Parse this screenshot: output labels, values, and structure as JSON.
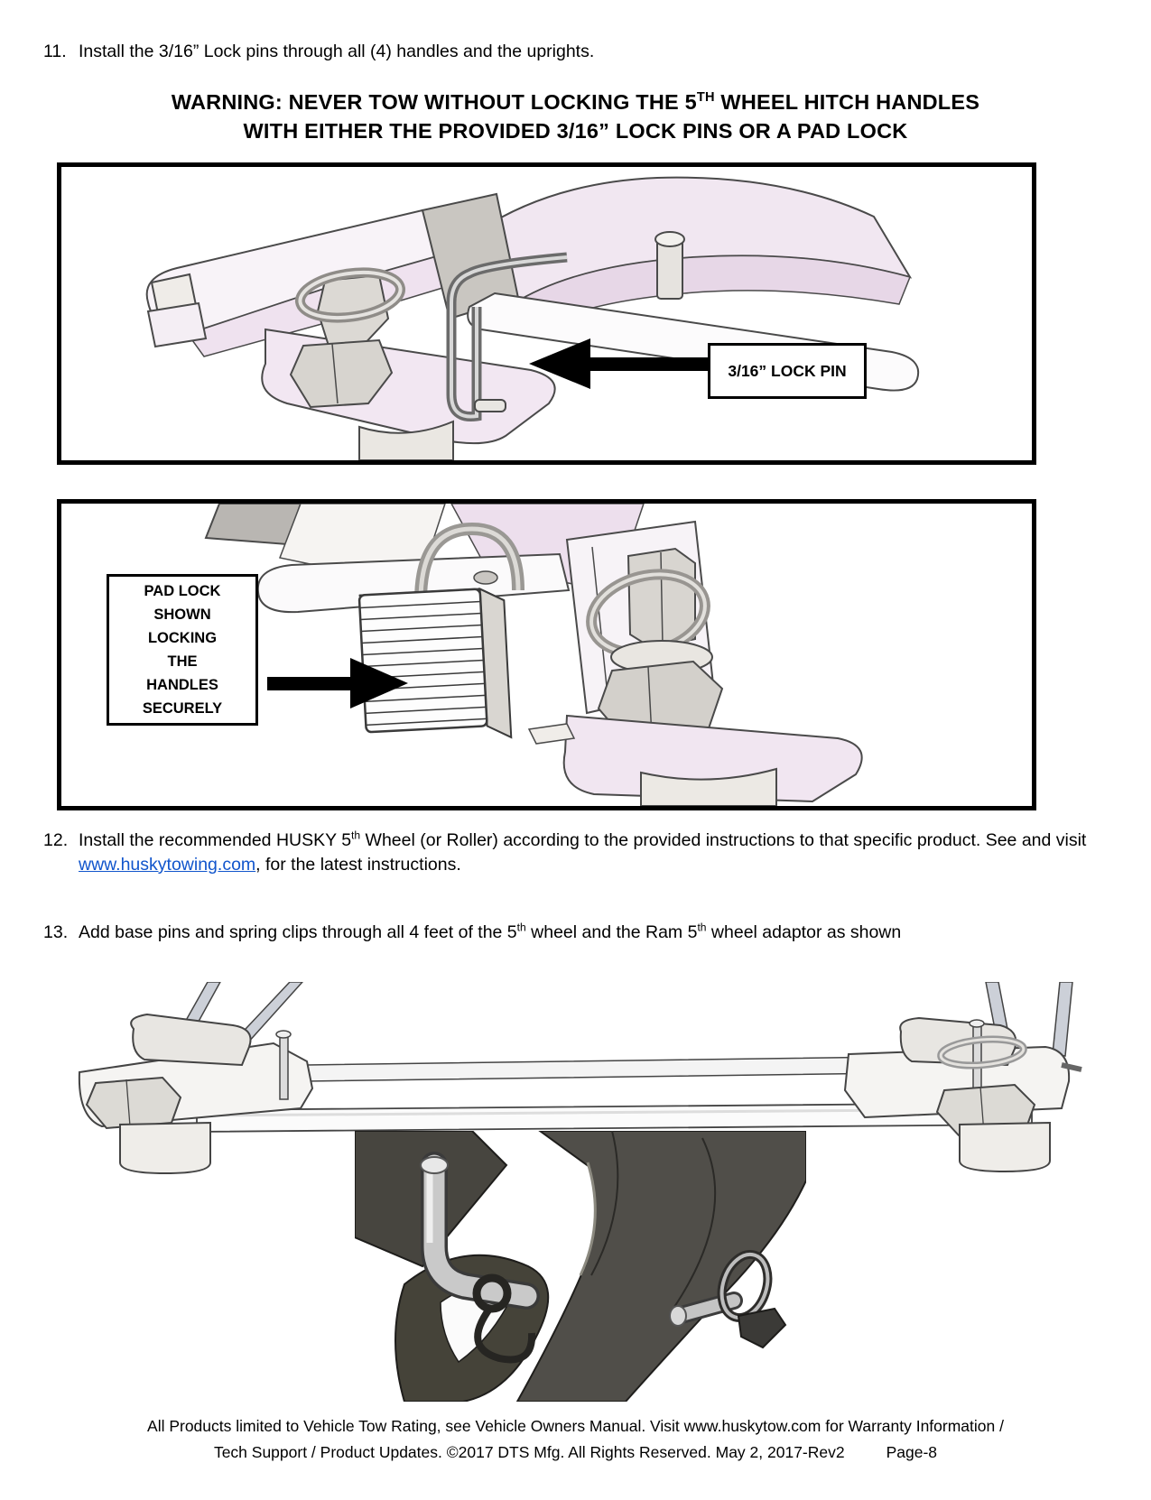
{
  "steps": {
    "item11": {
      "number": "11.",
      "text": "Install the 3/16” Lock pins through all (4) handles and the uprights."
    },
    "item12": {
      "number": "12.",
      "part1": "Install the recommended HUSKY 5",
      "sup1": "th",
      "part2": " Wheel (or Roller) according to the provided instructions to that specific product.  See and visit ",
      "link": "www.huskytowing.com",
      "part3": ", for the latest instructions."
    },
    "item13": {
      "number": "13.",
      "part1": "Add base pins and spring clips through all 4 feet of the 5",
      "sup1": "th",
      "part2": " wheel and the Ram 5",
      "sup2": "th",
      "part3": " wheel adaptor as shown"
    }
  },
  "warning": {
    "line1_pre": "WARNING: NEVER TOW WITHOUT LOCKING THE 5",
    "line1_sup": "TH",
    "line1_post": " WHEEL HITCH HANDLES",
    "line2": "WITH EITHER THE PROVIDED  3/16” LOCK PINS OR A PAD LOCK"
  },
  "figure1": {
    "callout": "3/16” LOCK PIN"
  },
  "figure2": {
    "callout_lines": [
      "PAD LOCK",
      "SHOWN",
      "LOCKING",
      "THE",
      "HANDLES",
      "SECURELY"
    ]
  },
  "footer": {
    "line1": "All Products limited to Vehicle Tow Rating, see Vehicle Owners Manual. Visit www.huskytow.com for Warranty Information /",
    "line2": "Tech Support / Product Updates.  ©2017 DTS Mfg.  All Rights Reserved. May 2, 2017-Rev2",
    "page_label": "Page-8"
  },
  "colors": {
    "link_blue": "#1155CC",
    "ink": "#000000"
  }
}
